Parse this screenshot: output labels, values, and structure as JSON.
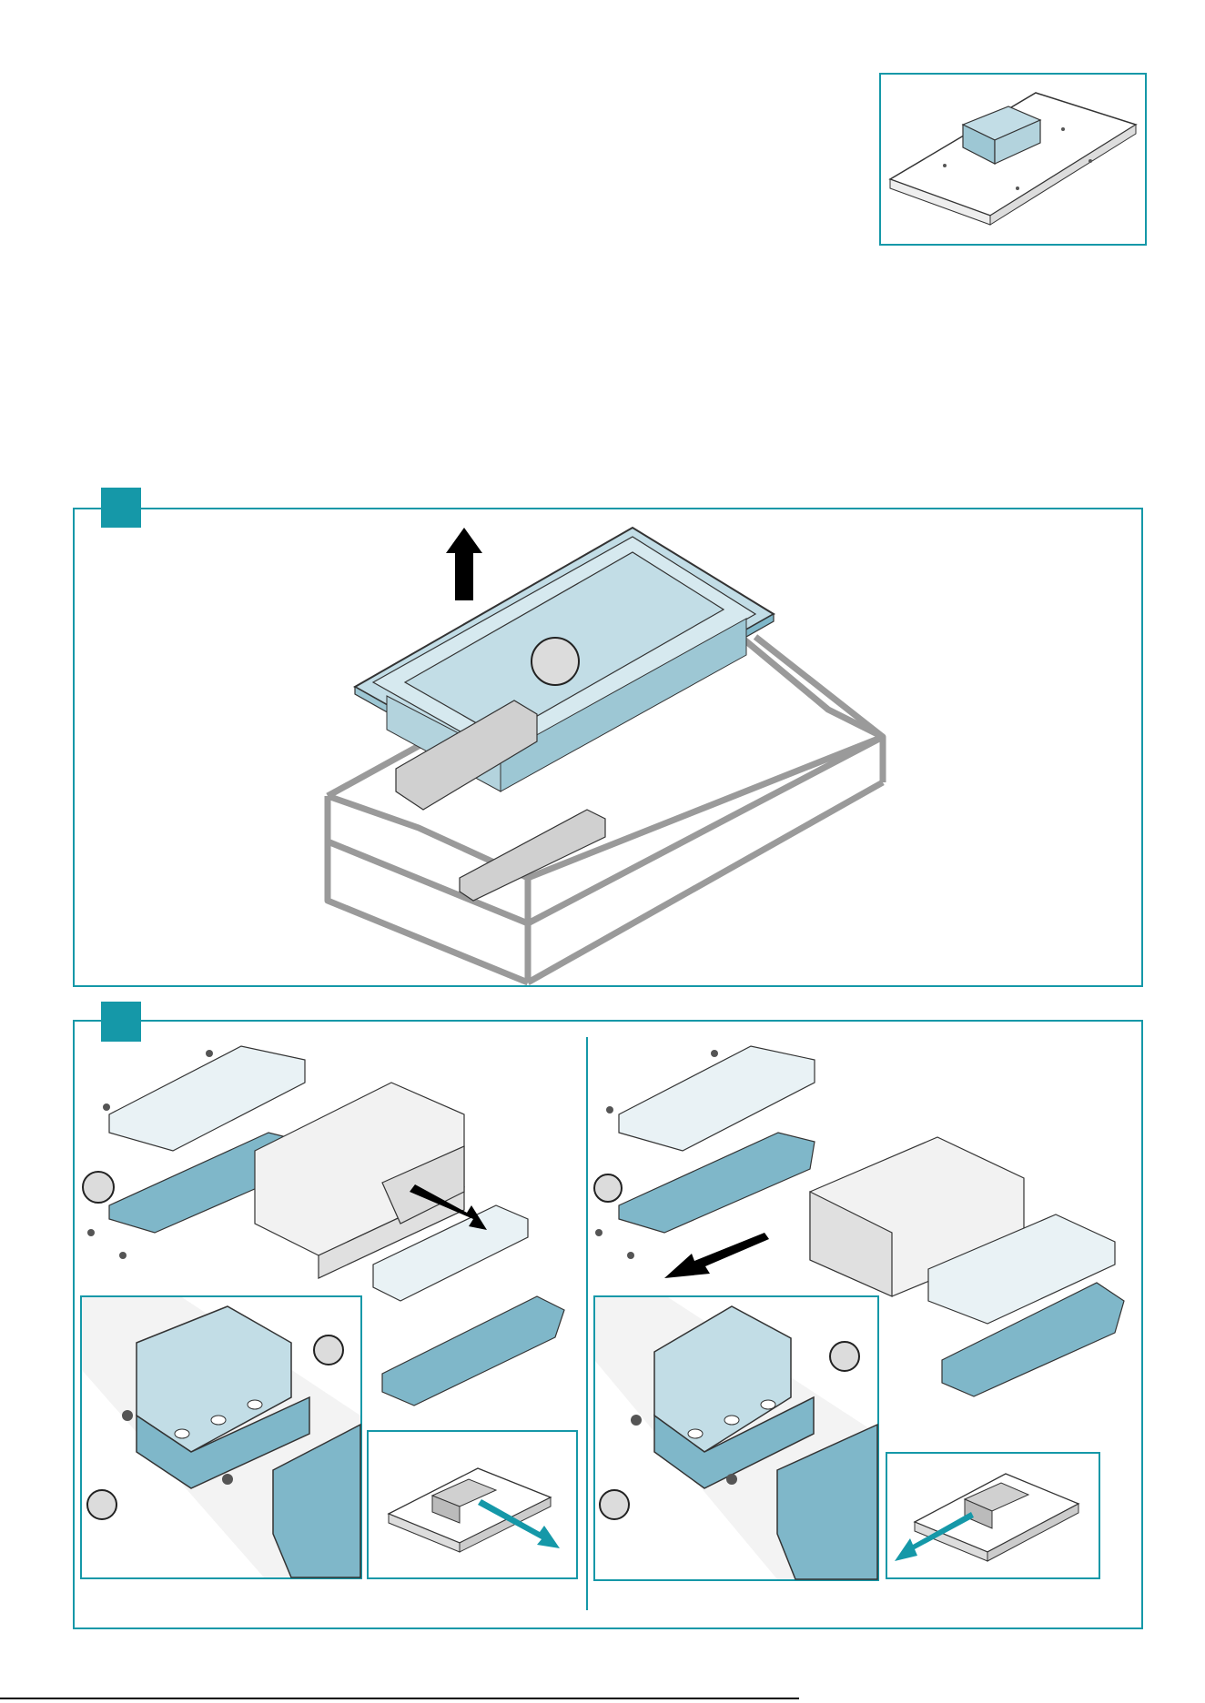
{
  "page": {
    "number": ""
  },
  "figures": {
    "overview": {
      "icon": "hob-with-extractor-module-illustration"
    },
    "step1": {
      "icon": "hob-lifted-from-box-illustration",
      "callout_count": 1
    },
    "step2": {
      "left": {
        "icon": "brackets-mounted-outlet-right-illustration",
        "callout_count": 2
      },
      "right": {
        "icon": "brackets-mounted-outlet-left-illustration",
        "callout_count": 2
      }
    }
  },
  "colors": {
    "accent": "#1598a8",
    "part_fill": "#c2dde6",
    "part_dark": "#7fb7c9",
    "box_line": "#9a9a9a"
  }
}
